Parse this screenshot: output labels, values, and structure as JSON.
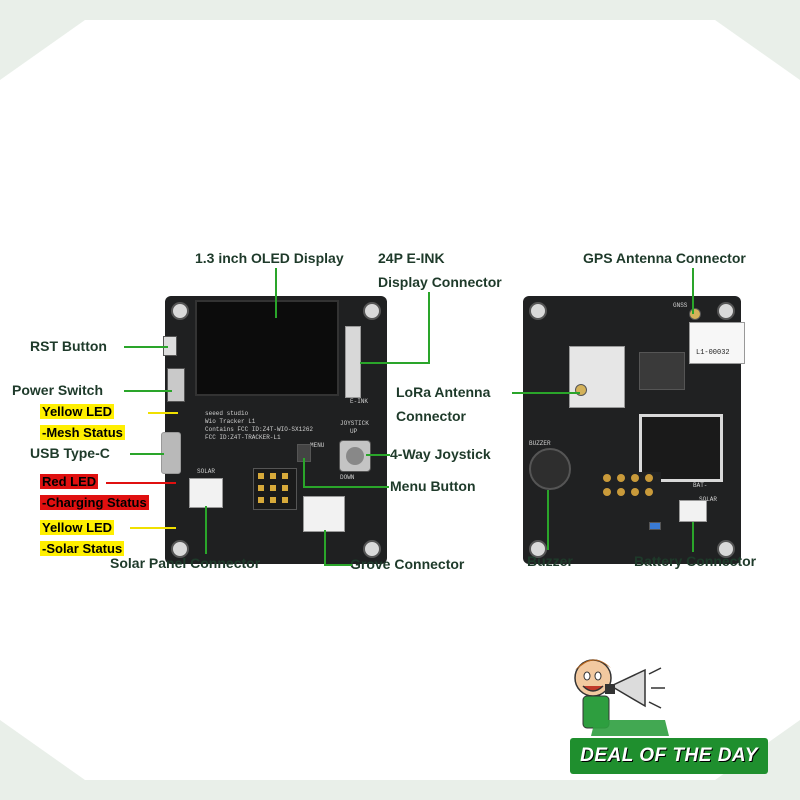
{
  "labels": {
    "oled": "1.3 inch OLED Display",
    "eink_line1": "24P E-INK",
    "eink_line2": "Display Connector",
    "gps": "GPS Antenna Connector",
    "rst": "RST Button",
    "power": "Power Switch",
    "yellow_led_mesh_1": "Yellow LED",
    "yellow_led_mesh_2": "-Mesh Status",
    "usb": "USB Type-C",
    "red_led_1": "Red LED",
    "red_led_2": "-Charging Status",
    "yellow_led_solar_1": "Yellow LED",
    "yellow_led_solar_2": "-Solar Status",
    "solar": "Solar Panel Connector",
    "grove": "Grove Connector",
    "joystick": "4-Way Joystick",
    "menu": "Menu Button",
    "lora_1": "LoRa Antenna",
    "lora_2": "Connector",
    "buzzer": "Buzzer",
    "battery": "Battery Connector"
  },
  "board_silk": {
    "brand": "seeed studio",
    "model": "Wio Tracker L1",
    "fcc1": "Contains FCC ID:Z4T-WIO-SX1262",
    "fcc2": "FCC ID:Z4T-TRACKER-L1",
    "joystick": "JOYSTICK",
    "up": "UP",
    "menu": "MENU",
    "down": "DOWN",
    "solar": "SOLAR",
    "eink": "E-INK",
    "gnss": "GNSS",
    "buzzer": "BUZZER",
    "serial": "L1-00032",
    "bat": "BAT-",
    "solar2": "SOLAR"
  },
  "badge": {
    "text": "DEAL OF THE DAY"
  },
  "colors": {
    "label_text": "#1e3a2a",
    "leader_line": "#2aa52a",
    "highlight_yellow": "#ffef00",
    "highlight_red": "#e01010",
    "board": "#1f2021",
    "badge_green": "#1f8f2e"
  }
}
